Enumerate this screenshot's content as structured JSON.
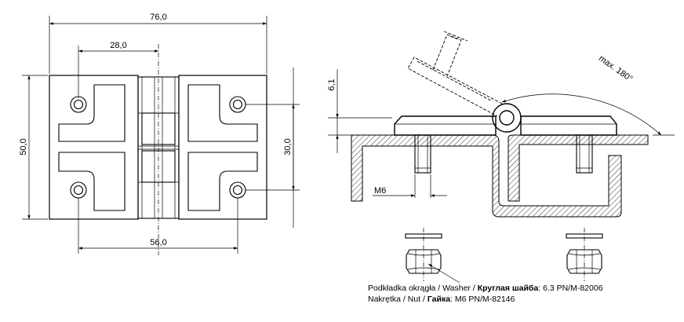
{
  "dimensions": {
    "overall_width": "76,0",
    "hole_offset": "28,0",
    "overall_height": "50,0",
    "hole_spacing_vertical": "30,0",
    "hole_spacing_horizontal": "56,0",
    "leaf_thickness": "6,1",
    "thread": "M6",
    "max_angle": "max. 180°"
  },
  "legend": {
    "washer_prefix": "Podkładka okrągła / Washer / ",
    "washer_bold": "Круглая шайба",
    "washer_spec": ":   6.3 PN/M-82006",
    "nut_prefix": "Nakrętka / Nut / ",
    "nut_bold": "Гайка",
    "nut_spec": ":   M6 PN/M-82146"
  }
}
